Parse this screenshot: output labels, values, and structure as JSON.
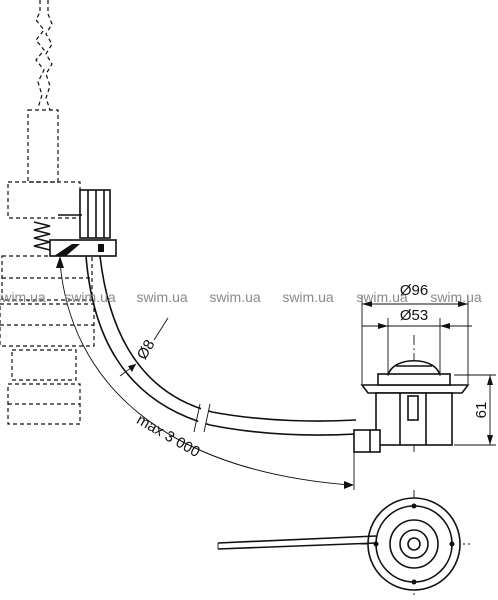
{
  "watermark": {
    "text": "swim.ua",
    "color": "#8a8a8a"
  },
  "dimensions": {
    "d96": "Ø96",
    "d53": "Ø53",
    "h61": "61",
    "d8": "Ø8",
    "max_length": "max 3 000"
  },
  "colors": {
    "line": "#111111",
    "background": "#ffffff"
  }
}
